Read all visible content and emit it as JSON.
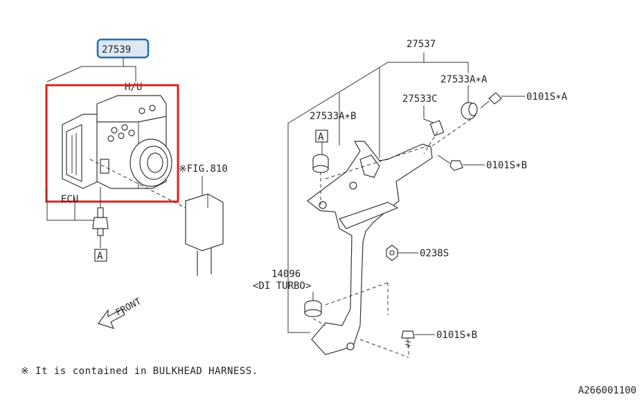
{
  "diagram": {
    "part_numbers": {
      "main_unit": "27539",
      "bracket": "27537",
      "grommet_a": "27533A∗A",
      "grommet_b": "27533A∗B",
      "collar": "27533C",
      "bolt_a": "0101S∗A",
      "bolt_b_upper": "0101S∗B",
      "nut": "0238S",
      "bolt_b_lower": "0101S∗B",
      "bracket_turbo": "14096",
      "turbo_note": "<DI TURBO>"
    },
    "component_labels": {
      "hu": "H/U",
      "ecu": "ECU",
      "fig_ref": "※FIG.810",
      "ref_a_left": "A",
      "ref_a_right": "A"
    },
    "front_arrow_label": "FRONT",
    "footnote": "※ It is contained in BULKHEAD HARNESS.",
    "figure_id": "A266001100",
    "colors": {
      "highlight_frame": "#e0201c",
      "part_number_badge": "#1f6fb3",
      "badge_fill": "#dde8f3"
    }
  }
}
